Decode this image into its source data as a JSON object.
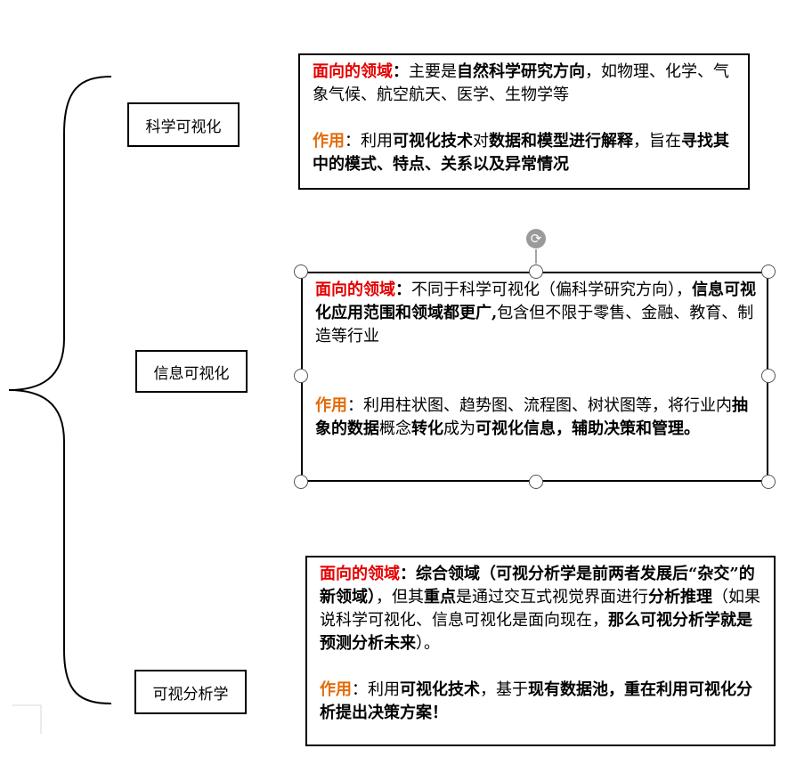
{
  "categories": [
    {
      "label": "科学可视化"
    },
    {
      "label": "信息可视化"
    },
    {
      "label": "可视分析学"
    }
  ],
  "boxes": [
    {
      "domain": {
        "heading": "面向的领域",
        "segments": [
          {
            "t": "：",
            "s": "b"
          },
          {
            "t": "主要是",
            "s": ""
          },
          {
            "t": "自然科学研究方向",
            "s": "b"
          },
          {
            "t": "，如物理、化学、气象气候、航空航天、医学、生物学等",
            "s": ""
          }
        ]
      },
      "role": {
        "heading": "作用",
        "segments": [
          {
            "t": "：利用",
            "s": ""
          },
          {
            "t": "可视化技术",
            "s": "b"
          },
          {
            "t": "对",
            "s": ""
          },
          {
            "t": "数据和模型进行解释",
            "s": "b"
          },
          {
            "t": "，旨在",
            "s": ""
          },
          {
            "t": "寻找其中的模式、特点、关系以及异常情况",
            "s": "b"
          }
        ]
      }
    },
    {
      "domain": {
        "heading": "面向的领域",
        "segments": [
          {
            "t": "：",
            "s": "b"
          },
          {
            "t": "不同于科学可视化（偏科学研究方向），",
            "s": ""
          },
          {
            "t": "信息可视化应用范围和领域都更广,",
            "s": "b"
          },
          {
            "t": "包含但不限于零售、金融、教育、制造等行业",
            "s": ""
          }
        ]
      },
      "role": {
        "heading": "作用",
        "segments": [
          {
            "t": "：利用柱状图、趋势图、流程图、树状图等，将行业内",
            "s": ""
          },
          {
            "t": "抽象的数据",
            "s": "b"
          },
          {
            "t": "概念",
            "s": ""
          },
          {
            "t": "转化",
            "s": "b"
          },
          {
            "t": "成为",
            "s": ""
          },
          {
            "t": "可视化信息，辅助决策和管理。",
            "s": "b"
          }
        ]
      }
    },
    {
      "domain": {
        "heading": "面向的领域",
        "segments": [
          {
            "t": "：综合领域（可视分析学是前两者发展后“杂交”的新领域）",
            "s": "b"
          },
          {
            "t": "，但其",
            "s": ""
          },
          {
            "t": "重点",
            "s": "b"
          },
          {
            "t": "是通过交互式视觉界面进行",
            "s": ""
          },
          {
            "t": "分析推理",
            "s": "b"
          },
          {
            "t": "（如果说科学可视化、信息可视化是面向现在，",
            "s": ""
          },
          {
            "t": "那么可视分析学就是预测分析未来",
            "s": "b"
          },
          {
            "t": "）。",
            "s": ""
          }
        ]
      },
      "role": {
        "heading": "作用",
        "segments": [
          {
            "t": "：利用",
            "s": ""
          },
          {
            "t": "可视化技术",
            "s": "b"
          },
          {
            "t": "，基于",
            "s": ""
          },
          {
            "t": "现有数据池，重在利用可视化分析提出决策方案！",
            "s": "b"
          }
        ]
      }
    }
  ]
}
